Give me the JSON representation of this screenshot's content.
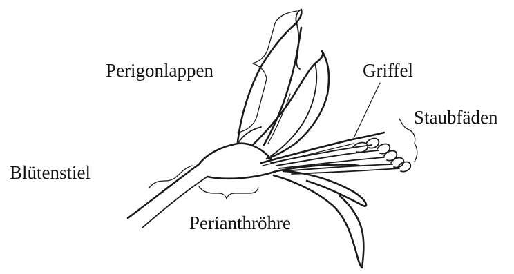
{
  "labels": {
    "perigonlappen": "Perigonlappen",
    "griffel": "Griffel",
    "staubfaeden": "Staubfäden",
    "bluetenstiel": "Blütenstiel",
    "perianthroehre": "Perianthröhre"
  }
}
